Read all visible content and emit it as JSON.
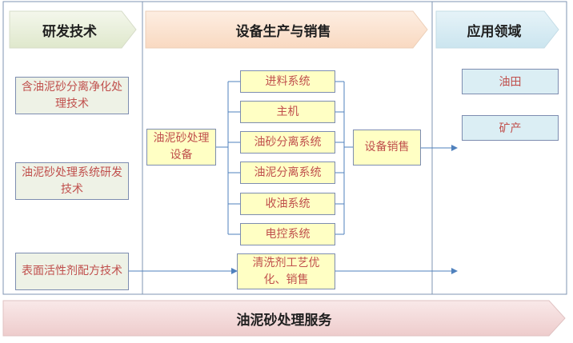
{
  "headers": {
    "research": "研发技术",
    "production": "设备生产与销售",
    "application": "应用领域"
  },
  "research_items": [
    "含油泥砂分离净化处理技术",
    "油泥砂处理系统研发技术",
    "表面活性剂配方技术"
  ],
  "device": "油泥砂处理设备",
  "subsystems": [
    "进料系统",
    "主机",
    "油砂分离系统",
    "油泥分离系统",
    "收油系统",
    "电控系统"
  ],
  "sales": "设备销售",
  "cleaning": "清洗剂工艺优化、销售",
  "applications": [
    "油田",
    "矿产"
  ],
  "footer": "油泥砂处理服务",
  "colors": {
    "header_green": "#e8efd9",
    "header_peach": "#fde4d0",
    "header_blue": "#dbeef4",
    "footer_pink": "#f4dcdc",
    "box_text": "#c0504d",
    "line_blue": "#4f81bd"
  }
}
